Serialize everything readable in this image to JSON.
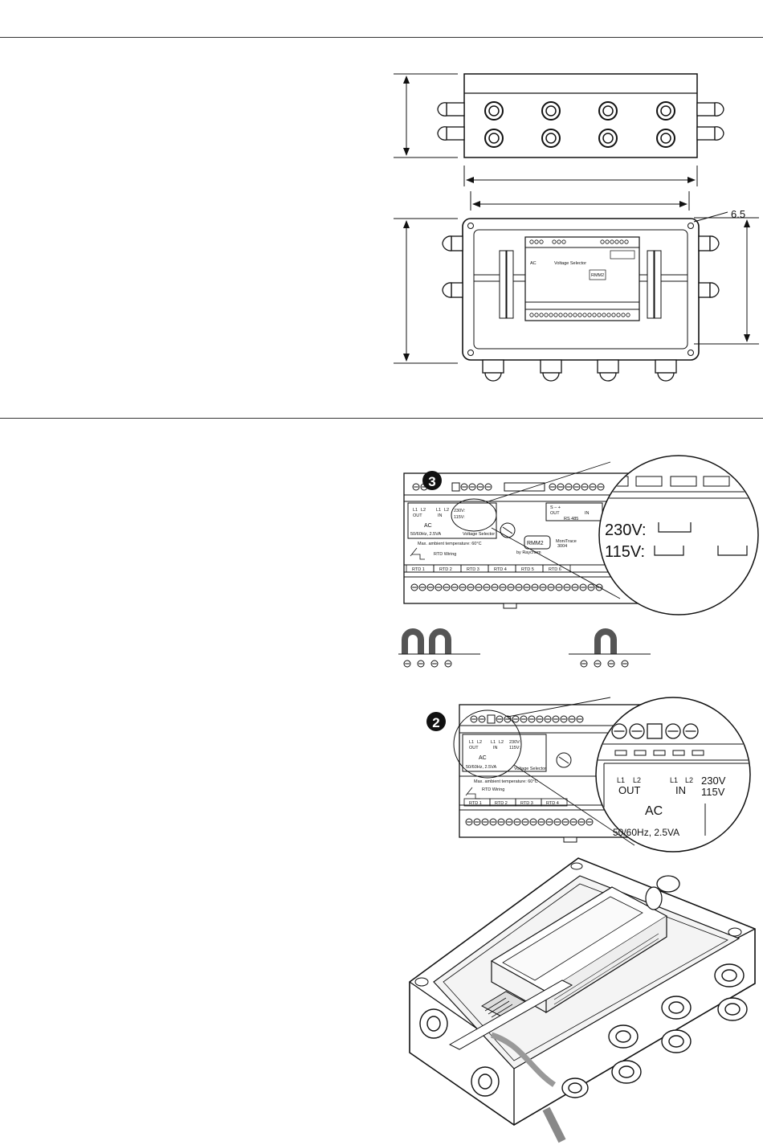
{
  "dimension": {
    "hole_diameter": "6.5"
  },
  "module_labels": {
    "out": "OUT",
    "in": "IN",
    "l1": "L1",
    "l2": "L2",
    "ac": "AC",
    "power_rating": "50/60Hz, 2.5VA",
    "voltage_selector": "Voltage Selector",
    "v230": "230V:",
    "v115": "115V:",
    "v230_short": "230V",
    "v115_short": "115V",
    "model": "RMM2",
    "model_sub": "MoniTrace",
    "model_sub2": "3004",
    "brand": "by Raychem",
    "rs485": "RS 485",
    "s_minus_plus": "S  –  +",
    "max_temp": "Max. ambient temperature: 60°C",
    "rtd_wiring": "RTD Wiring",
    "rtd": [
      "RTD 1",
      "RTD 2",
      "RTD 3",
      "RTD 4",
      "RTD 5",
      "RTD 6"
    ]
  },
  "steps": {
    "step2": "2",
    "step3": "3"
  }
}
